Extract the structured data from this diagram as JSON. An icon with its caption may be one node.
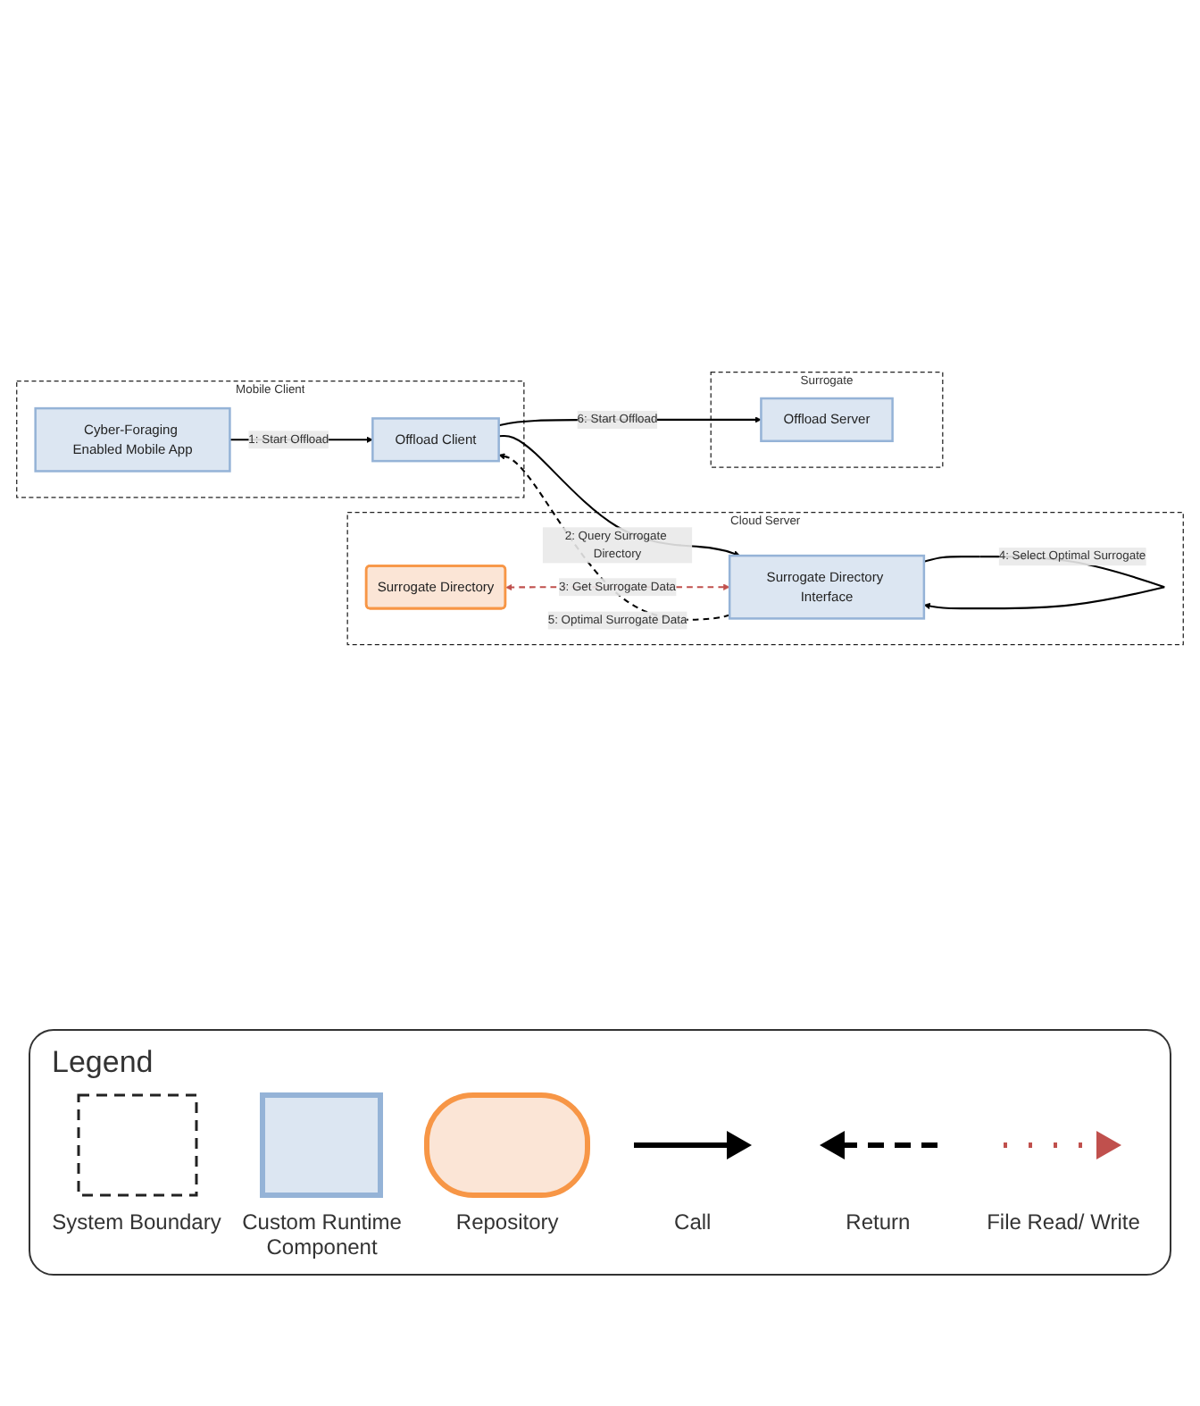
{
  "diagram": {
    "nodes": [
      {
        "text": [
          "Mobile Client"
        ]
      },
      {
        "text": [
          "Cyber-Foraging Enabled Mobile App"
        ],
        "in": 0
      },
      {
        "text": [
          "Offload Client"
        ],
        "in": 0
      },
      {
        "text": [
          "Cloud Server"
        ]
      },
      {
        "text": [
          "Surrogate Directory"
        ],
        "in": 3
      },
      {
        "text": [
          "Surrogate Directory Interface"
        ],
        "in": 3
      },
      {
        "text": [
          "Surrogate"
        ]
      },
      {
        "text": [
          "Offload Server"
        ],
        "in": 6
      }
    ],
    "edges": [
      {
        "from": 1,
        "to": 2,
        "arrow": "to",
        "label": "1: Start Offload"
      },
      {
        "from": 2,
        "to": 5,
        "arrow": "to",
        "label": "2: Query Surrogate Directory"
      },
      {
        "from": 4,
        "to": 5,
        "arrow": "both",
        "label": "3: Get Surrogate Data",
        "style": "dashed",
        "color": "#c0504d"
      },
      {
        "from": 5,
        "to": 5,
        "arrow": "to",
        "label": "4: Select Optimal Surrogate"
      },
      {
        "from": 5,
        "to": 2,
        "arrow": "to",
        "label": "5: Optimal Surrogate Data",
        "style": "dashed"
      },
      {
        "from": 2,
        "to": 7,
        "arrow": "to",
        "label": "6: Start Offload"
      }
    ],
    "labels": [
      "Legend"
    ],
    "legend": [
      {
        "text": "System Boundary"
      },
      {
        "text": "Custom Runtime Component"
      },
      {
        "text": "Repository"
      },
      {
        "text": "Call"
      },
      {
        "text": "Return"
      },
      {
        "text": "File Read/ Write"
      }
    ]
  }
}
